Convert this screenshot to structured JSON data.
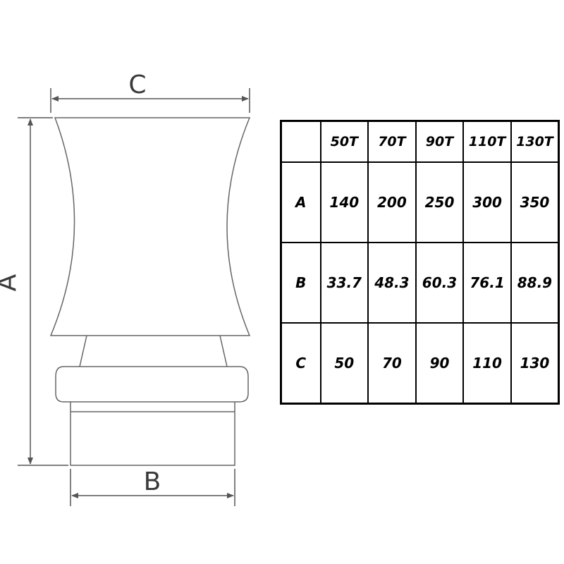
{
  "drawing": {
    "labels": {
      "a": "A",
      "b": "B",
      "c": "C"
    },
    "line_color": "#555555"
  },
  "table": {
    "headers": [
      "",
      "50T",
      "70T",
      "90T",
      "110T",
      "130T"
    ],
    "rows": [
      {
        "label": "A",
        "values": [
          "140",
          "200",
          "250",
          "300",
          "350"
        ]
      },
      {
        "label": "B",
        "values": [
          "33.7",
          "48.3",
          "60.3",
          "76.1",
          "88.9"
        ]
      },
      {
        "label": "C",
        "values": [
          "50",
          "70",
          "90",
          "110",
          "130"
        ]
      }
    ]
  }
}
